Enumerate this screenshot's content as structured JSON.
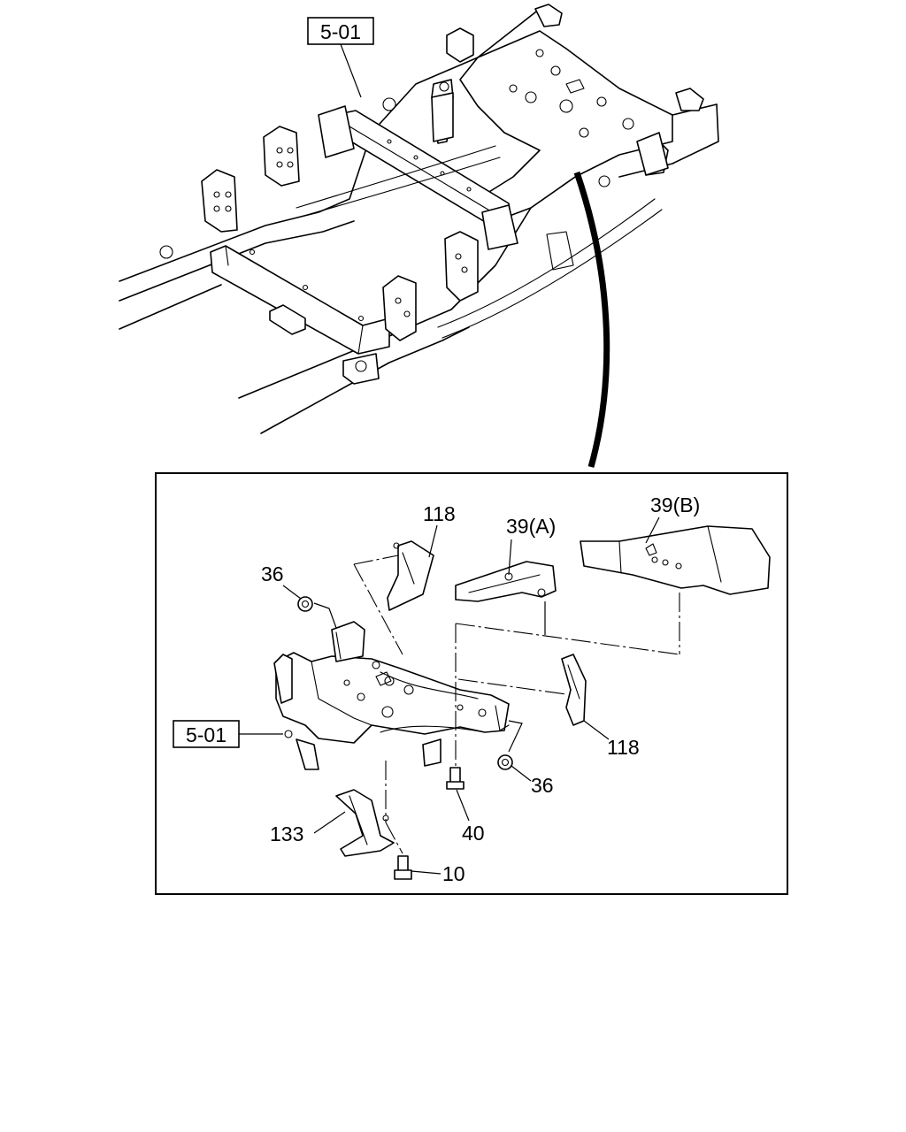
{
  "references": {
    "top_ref": "5-01",
    "detail_ref": "5-01"
  },
  "callouts": {
    "p118_top": "118",
    "p39a": "39(A)",
    "p39b": "39(B)",
    "p36_top": "36",
    "p118_right": "118",
    "p36_right": "36",
    "p40": "40",
    "p133": "133",
    "p10": "10"
  }
}
